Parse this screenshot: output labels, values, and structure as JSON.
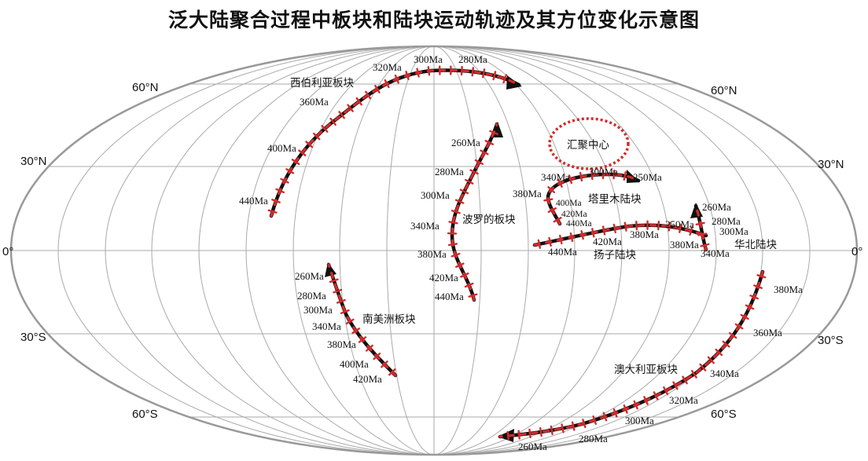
{
  "title": "泛大陆聚合过程中板块和陆块运动轨迹及其方位变化示意图",
  "colors": {
    "track": "#111111",
    "marker": "#d42a2a",
    "grid": "#aaaaaa",
    "outline": "#999999"
  },
  "lat_labels": {
    "n60": "60°N",
    "n30": "30°N",
    "eq": "0°",
    "s30": "30°S",
    "s60": "60°S"
  },
  "center": {
    "label": "汇聚中心"
  },
  "plates": {
    "siberia": {
      "name": "西伯利亚板块",
      "ages": [
        "440Ma",
        "400Ma",
        "360Ma",
        "320Ma",
        "300Ma",
        "280Ma"
      ]
    },
    "baltica": {
      "name": "波罗的板块",
      "ages": [
        "260Ma",
        "280Ma",
        "300Ma",
        "340Ma",
        "380Ma",
        "420Ma",
        "440Ma"
      ]
    },
    "tarim": {
      "name": "塔里木陆块",
      "ages": [
        "340Ma",
        "300Ma",
        "250Ma",
        "380Ma",
        "400Ma",
        "420Ma",
        "440Ma"
      ]
    },
    "yangtze": {
      "name": "扬子陆块",
      "ages": [
        "440Ma",
        "420Ma",
        "380Ma",
        "250Ma"
      ]
    },
    "northchina": {
      "name": "华北陆块",
      "ages": [
        "260Ma",
        "280Ma",
        "300Ma",
        "380Ma",
        "340Ma"
      ]
    },
    "southamerica": {
      "name": "南美洲板块",
      "ages": [
        "260Ma",
        "280Ma",
        "300Ma",
        "340Ma",
        "380Ma",
        "400Ma",
        "420Ma"
      ]
    },
    "australia": {
      "name": "澳大利亚板块",
      "ages": [
        "380Ma",
        "360Ma",
        "340Ma",
        "320Ma",
        "300Ma",
        "280Ma",
        "260Ma"
      ]
    }
  }
}
